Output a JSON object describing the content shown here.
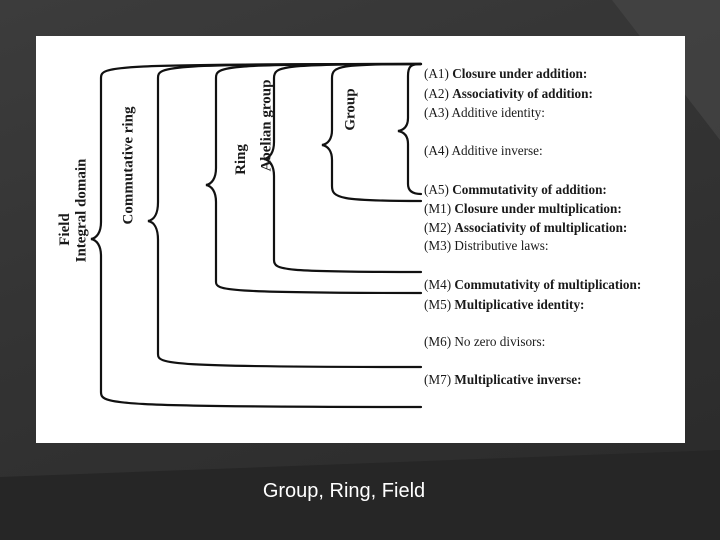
{
  "caption": "Group, Ring, Field",
  "structures": {
    "field": "Field",
    "integral_domain": "Integral domain",
    "commutative_ring": "Commutative ring",
    "ring": "Ring",
    "abelian_group": "Abelian group",
    "group": "Group"
  },
  "properties": [
    {
      "code": "(A1)",
      "name": "Closure under addition:"
    },
    {
      "code": "(A2)",
      "name": "Associativity of addition:"
    },
    {
      "code": "(A3)",
      "name": "Additive identity:"
    },
    {
      "code": "(A4)",
      "name": "Additive inverse:"
    },
    {
      "code": "(A5)",
      "name": "Commutativity of addition:"
    },
    {
      "code": "(M1)",
      "name": "Closure under multiplication:"
    },
    {
      "code": "(M2)",
      "name": "Associativity of multiplication:"
    },
    {
      "code": "(M3)",
      "name": "Distributive laws:"
    },
    {
      "code": "(M4)",
      "name": "Commutativity of multiplication:"
    },
    {
      "code": "(M5)",
      "name": "Multiplicative identity:"
    },
    {
      "code": "(M6)",
      "name": "No zero divisors:"
    },
    {
      "code": "(M7)",
      "name": "Multiplicative inverse:"
    }
  ]
}
